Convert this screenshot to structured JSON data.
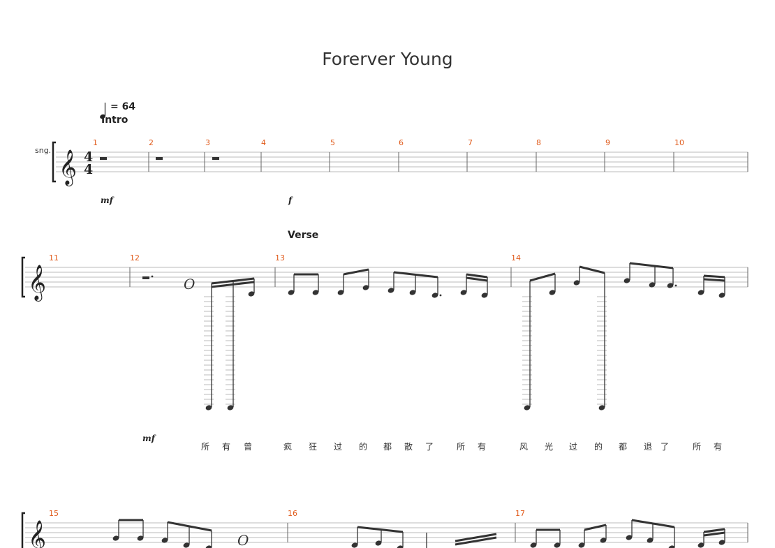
{
  "title": "Forerver Young",
  "tempo": "= 64",
  "instrument": "sng.",
  "sections": {
    "intro": "Intro",
    "verse": "Verse"
  },
  "dynamics": {
    "mf": "mf",
    "f": "f"
  },
  "time_signature": {
    "top": "4",
    "bottom": "4"
  },
  "measure_numbers": [
    "1",
    "2",
    "3",
    "4",
    "5",
    "6",
    "7",
    "8",
    "9",
    "10",
    "11",
    "12",
    "13",
    "14",
    "15",
    "16",
    "17"
  ],
  "lyrics": [
    "所",
    "有",
    "曾",
    "疯",
    "狂",
    "过",
    "的",
    "都",
    "散",
    "了",
    "所",
    "有",
    "风",
    "光",
    "过",
    "的",
    "都",
    "退",
    "了",
    "所",
    "有"
  ],
  "colors": {
    "measure_number": "#e05a1a",
    "notes": "#333333",
    "staff_lines": "#bbbbbb"
  }
}
